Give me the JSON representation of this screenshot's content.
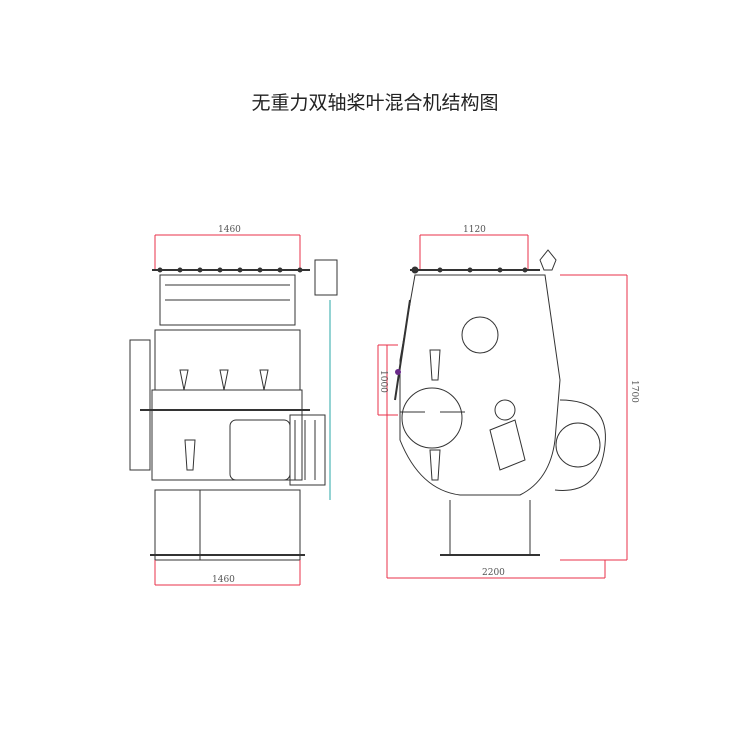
{
  "title": "无重力双轴桨叶混合机结构图",
  "front_view": {
    "top_width_label": "1460",
    "bottom_width_label": "1460"
  },
  "side_view": {
    "top_width_label": "1120",
    "bottom_width_label": "2200",
    "height_label": "1700",
    "inner_height_label": "1000"
  },
  "colors": {
    "line": "#333333",
    "dimension": "#e8304a",
    "accent": "#2aa7a7"
  }
}
